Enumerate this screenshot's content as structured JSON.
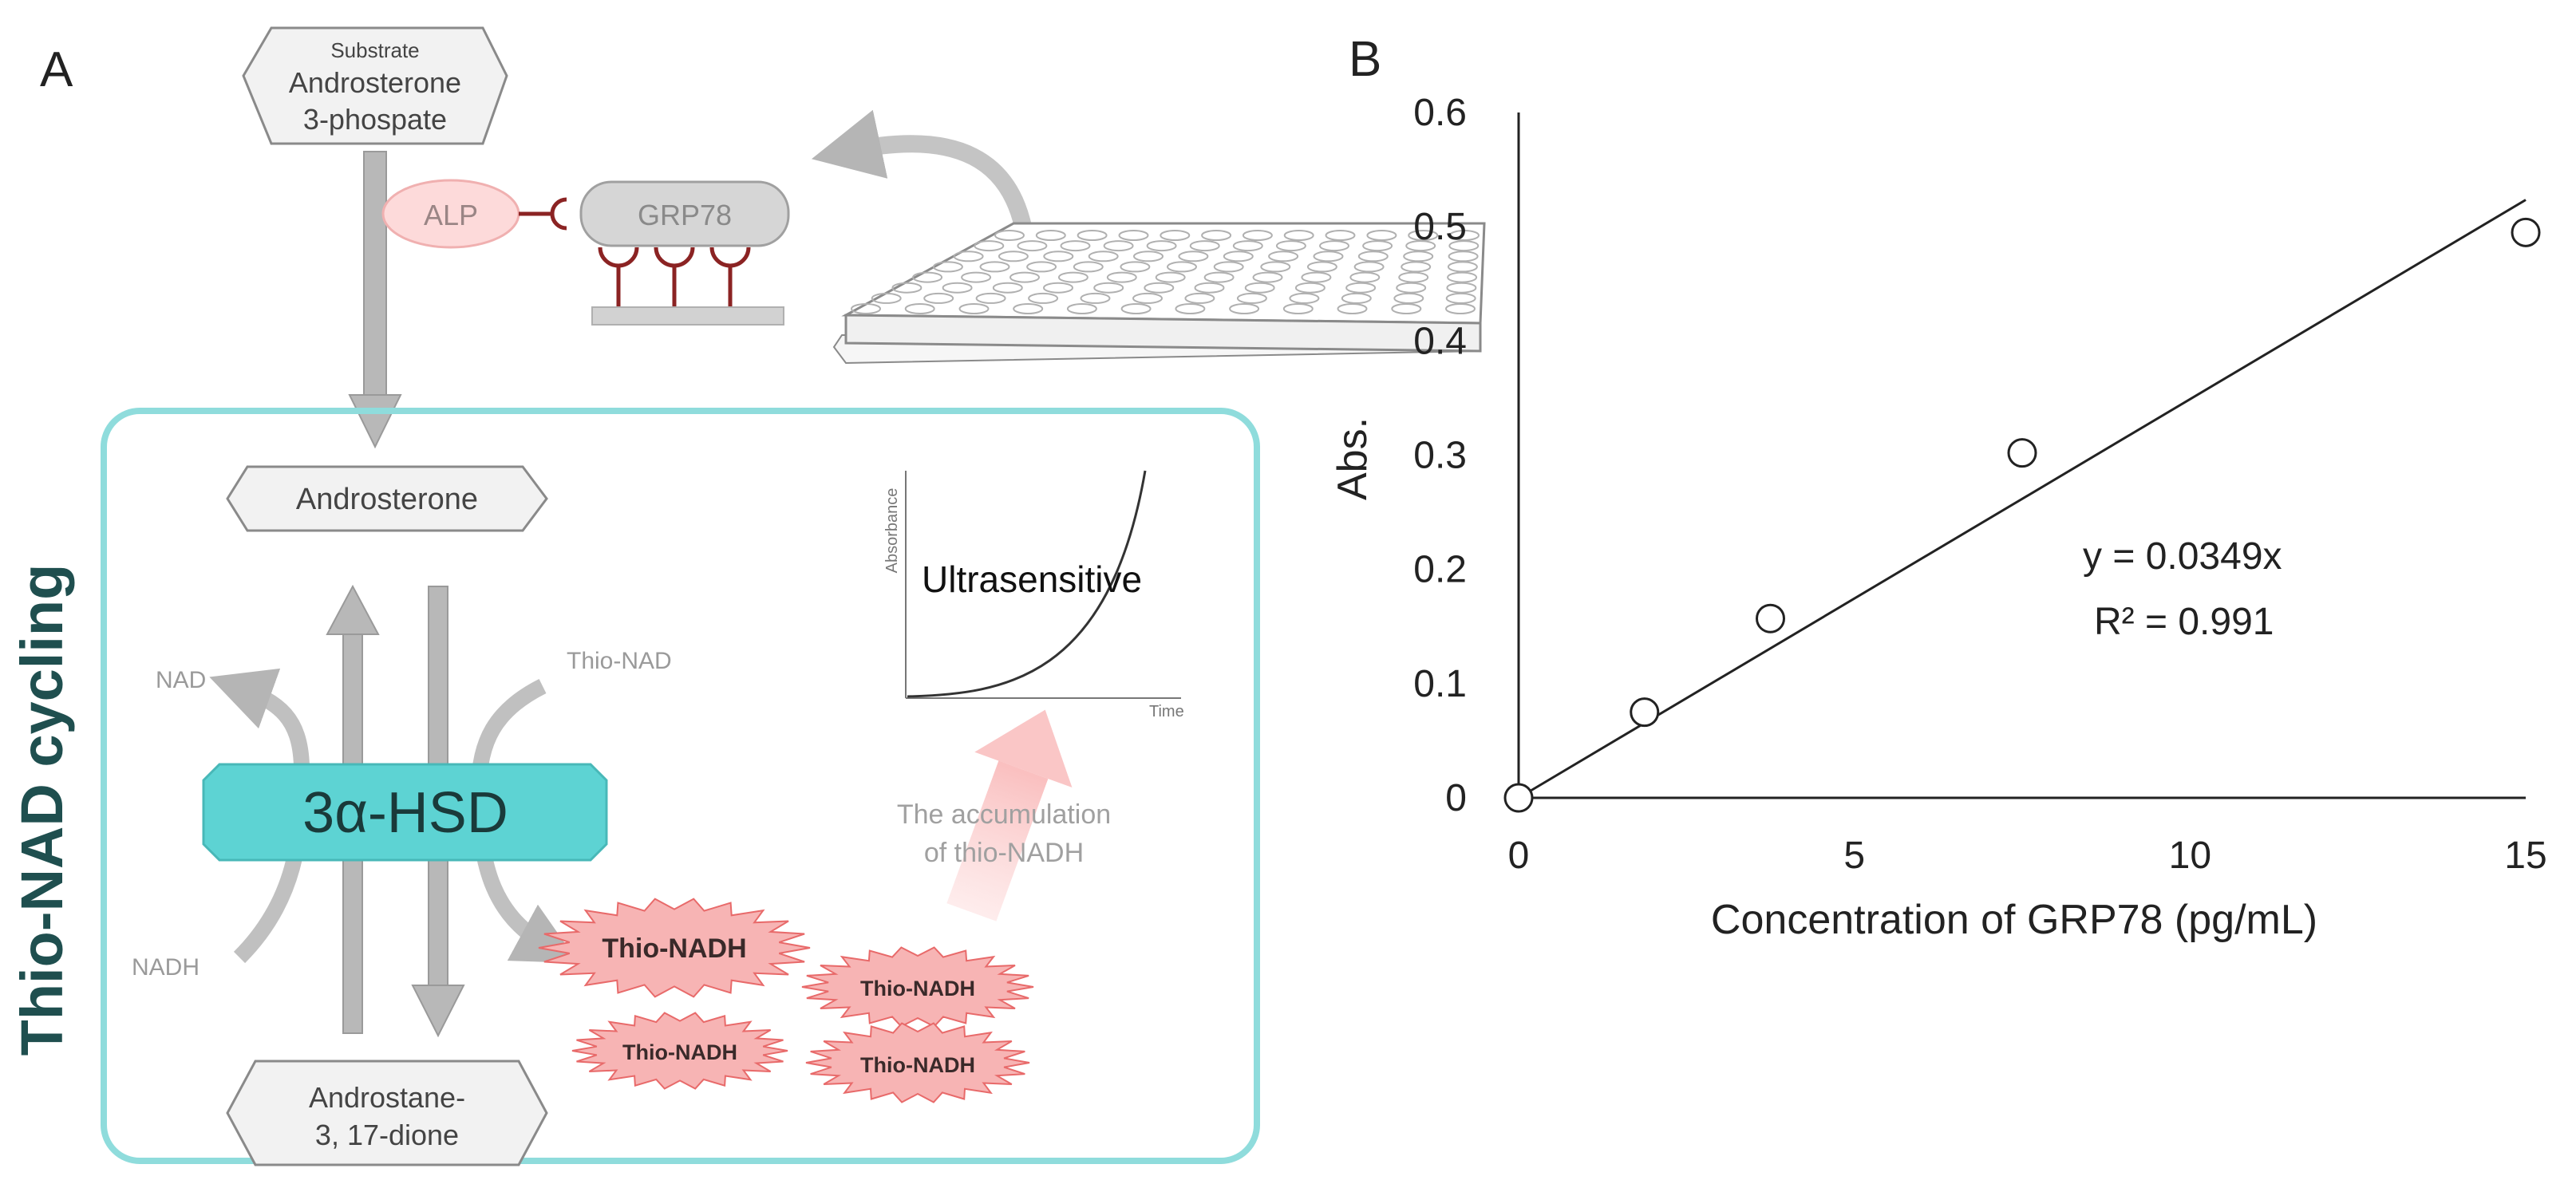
{
  "panel_a": {
    "label": "A",
    "substrate": {
      "small": "Substrate",
      "line1": "Androsterone",
      "line2": "3-phospate"
    },
    "alp": "ALP",
    "grp78": "GRP78",
    "cycling_label": "Thio-NAD cycling",
    "androsterone": "Androsterone",
    "enzyme": "3α-HSD",
    "nad": "NAD",
    "nadh": "NADH",
    "thio_nad": "Thio-NAD",
    "product": {
      "line1": "Androstane-",
      "line2": "3, 17-dione"
    },
    "inset": {
      "ylabel": "Absorbance",
      "xlabel": "Time",
      "title": "Ultrasensitive"
    },
    "accumulation": {
      "line1": "The accumulation",
      "line2": "of thio-NADH"
    },
    "thio_nadh_bursts": [
      "Thio-NADH",
      "Thio-NADH",
      "Thio-NADH",
      "Thio-NADH"
    ],
    "colors": {
      "teal_box": "#8fdcdc",
      "enzyme_fill": "#5dd3d3",
      "burst_fill": "#f7b4b4",
      "burst_stroke": "#e86a6a",
      "antibody": "#8b2323",
      "arrow_gray": "#bdbdbd",
      "label_teal": "#1f4f4f"
    }
  },
  "panel_b": {
    "label": "B",
    "equation": "y = 0.0349x",
    "r_squared": "R² = 0.991"
  },
  "chart_data": {
    "type": "scatter",
    "xlabel": "Concentration of GRP78 (pg/mL)",
    "ylabel": "Abs.",
    "xlim": [
      0,
      15
    ],
    "ylim": [
      0,
      0.6
    ],
    "x_ticks": [
      0,
      5,
      10,
      15
    ],
    "y_ticks": [
      0,
      0.1,
      0.2,
      0.3,
      0.4,
      0.5,
      0.6
    ],
    "x_tick_labels": [
      "0",
      "5",
      "10",
      "15"
    ],
    "y_tick_labels": [
      "0",
      "0.1",
      "0.2",
      "0.3",
      "0.4",
      "0.5",
      "0.6"
    ],
    "series": [
      {
        "x": [
          0,
          1.875,
          3.75,
          7.5,
          15
        ],
        "y": [
          0,
          0.075,
          0.157,
          0.302,
          0.495
        ]
      }
    ],
    "trendline": {
      "slope": 0.0349,
      "intercept": 0,
      "x_range": [
        0,
        15
      ]
    },
    "grid": false
  }
}
